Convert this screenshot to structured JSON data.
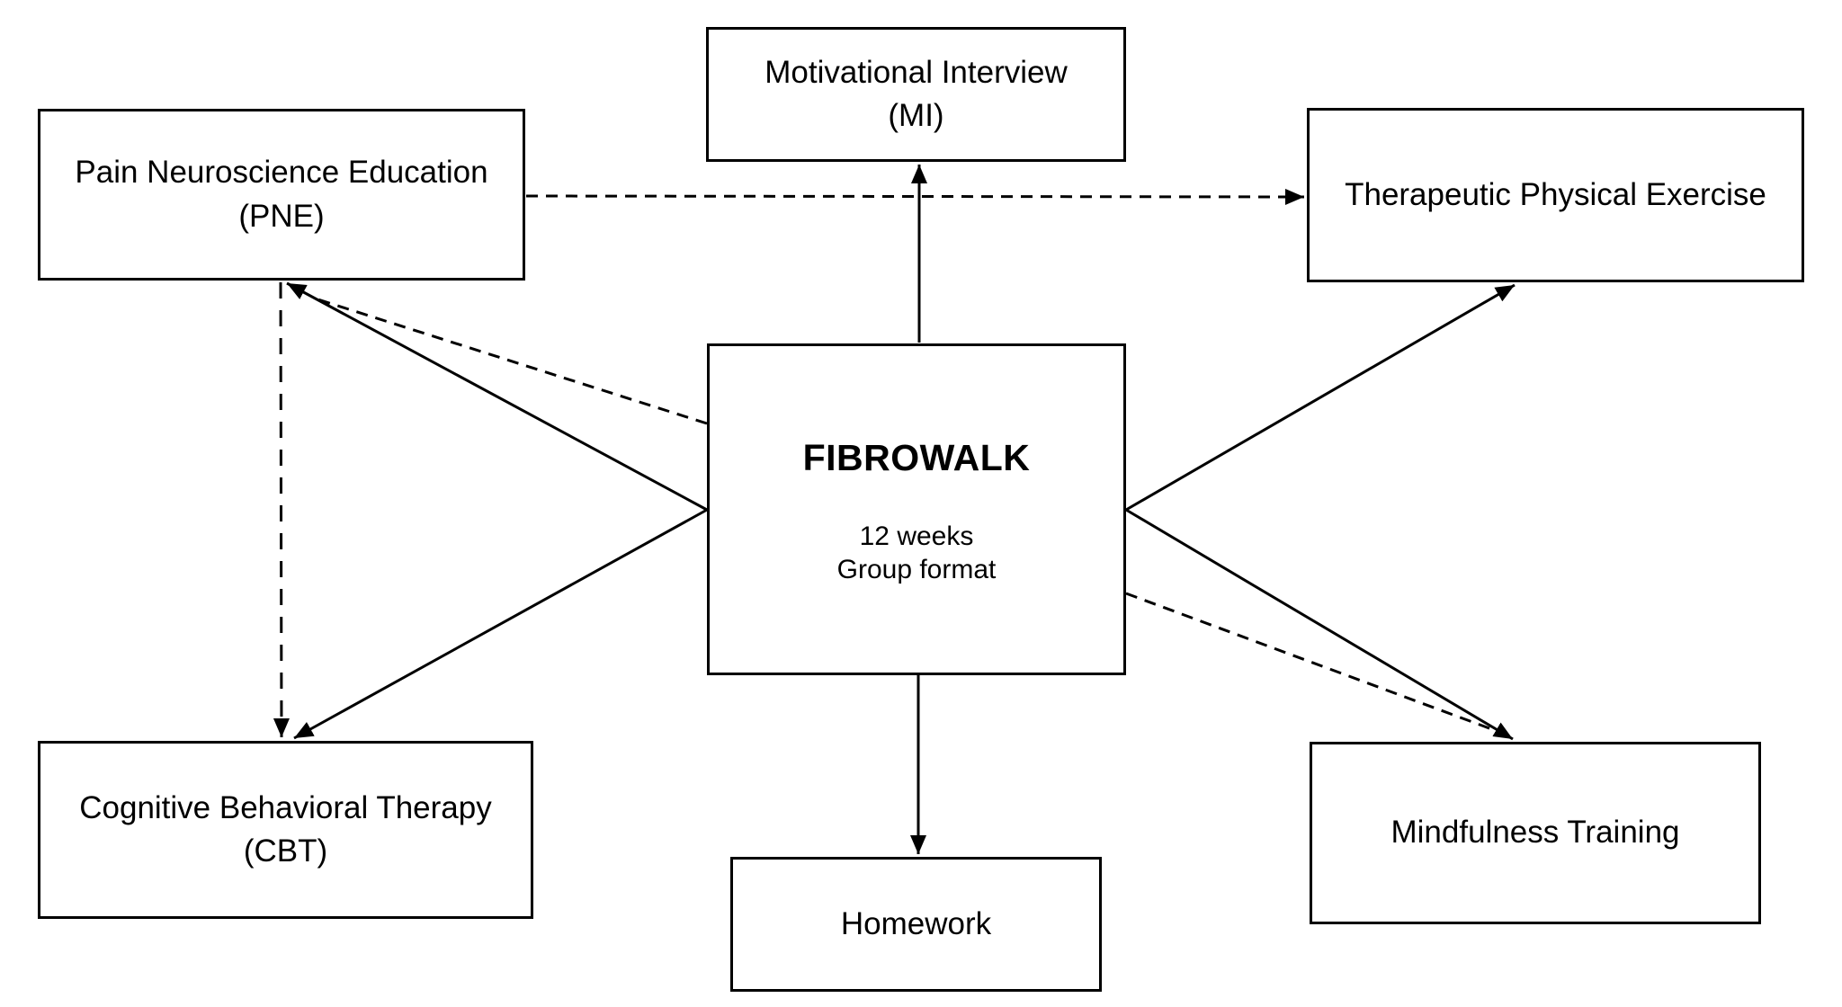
{
  "nodes": {
    "pne": {
      "label": "Pain Neuroscience Education",
      "sublabel": "(PNE)"
    },
    "mi": {
      "label": "Motivational Interview",
      "sublabel": "(MI)"
    },
    "tpe": {
      "label": "Therapeutic Physical Exercise"
    },
    "fibrowalk": {
      "title": "FIBROWALK",
      "line1": "12 weeks",
      "line2": "Group format"
    },
    "cbt": {
      "label": "Cognitive Behavioral Therapy",
      "sublabel": "(CBT)"
    },
    "homework": {
      "label": "Homework"
    },
    "mt": {
      "label": "Mindfulness Training"
    }
  },
  "edges": [
    {
      "from": "FIBROWALK",
      "to": "Motivational Interview (MI)",
      "style": "solid"
    },
    {
      "from": "FIBROWALK",
      "to": "Pain Neuroscience Education (PNE)",
      "style": "solid"
    },
    {
      "from": "FIBROWALK",
      "to": "Pain Neuroscience Education (PNE)",
      "style": "dashed"
    },
    {
      "from": "FIBROWALK",
      "to": "Cognitive Behavioral Therapy (CBT)",
      "style": "solid"
    },
    {
      "from": "FIBROWALK",
      "to": "Therapeutic Physical Exercise",
      "style": "solid"
    },
    {
      "from": "FIBROWALK",
      "to": "Mindfulness Training",
      "style": "solid"
    },
    {
      "from": "FIBROWALK",
      "to": "Mindfulness Training",
      "style": "dashed"
    },
    {
      "from": "FIBROWALK",
      "to": "Homework",
      "style": "solid"
    },
    {
      "from": "Pain Neuroscience Education (PNE)",
      "to": "Therapeutic Physical Exercise",
      "style": "dashed"
    },
    {
      "from": "Pain Neuroscience Education (PNE)",
      "to": "Cognitive Behavioral Therapy (CBT)",
      "style": "dashed"
    }
  ],
  "colors": {
    "background": "#ffffff",
    "line": "#000000",
    "box_border": "#000000",
    "text": "#000000"
  }
}
